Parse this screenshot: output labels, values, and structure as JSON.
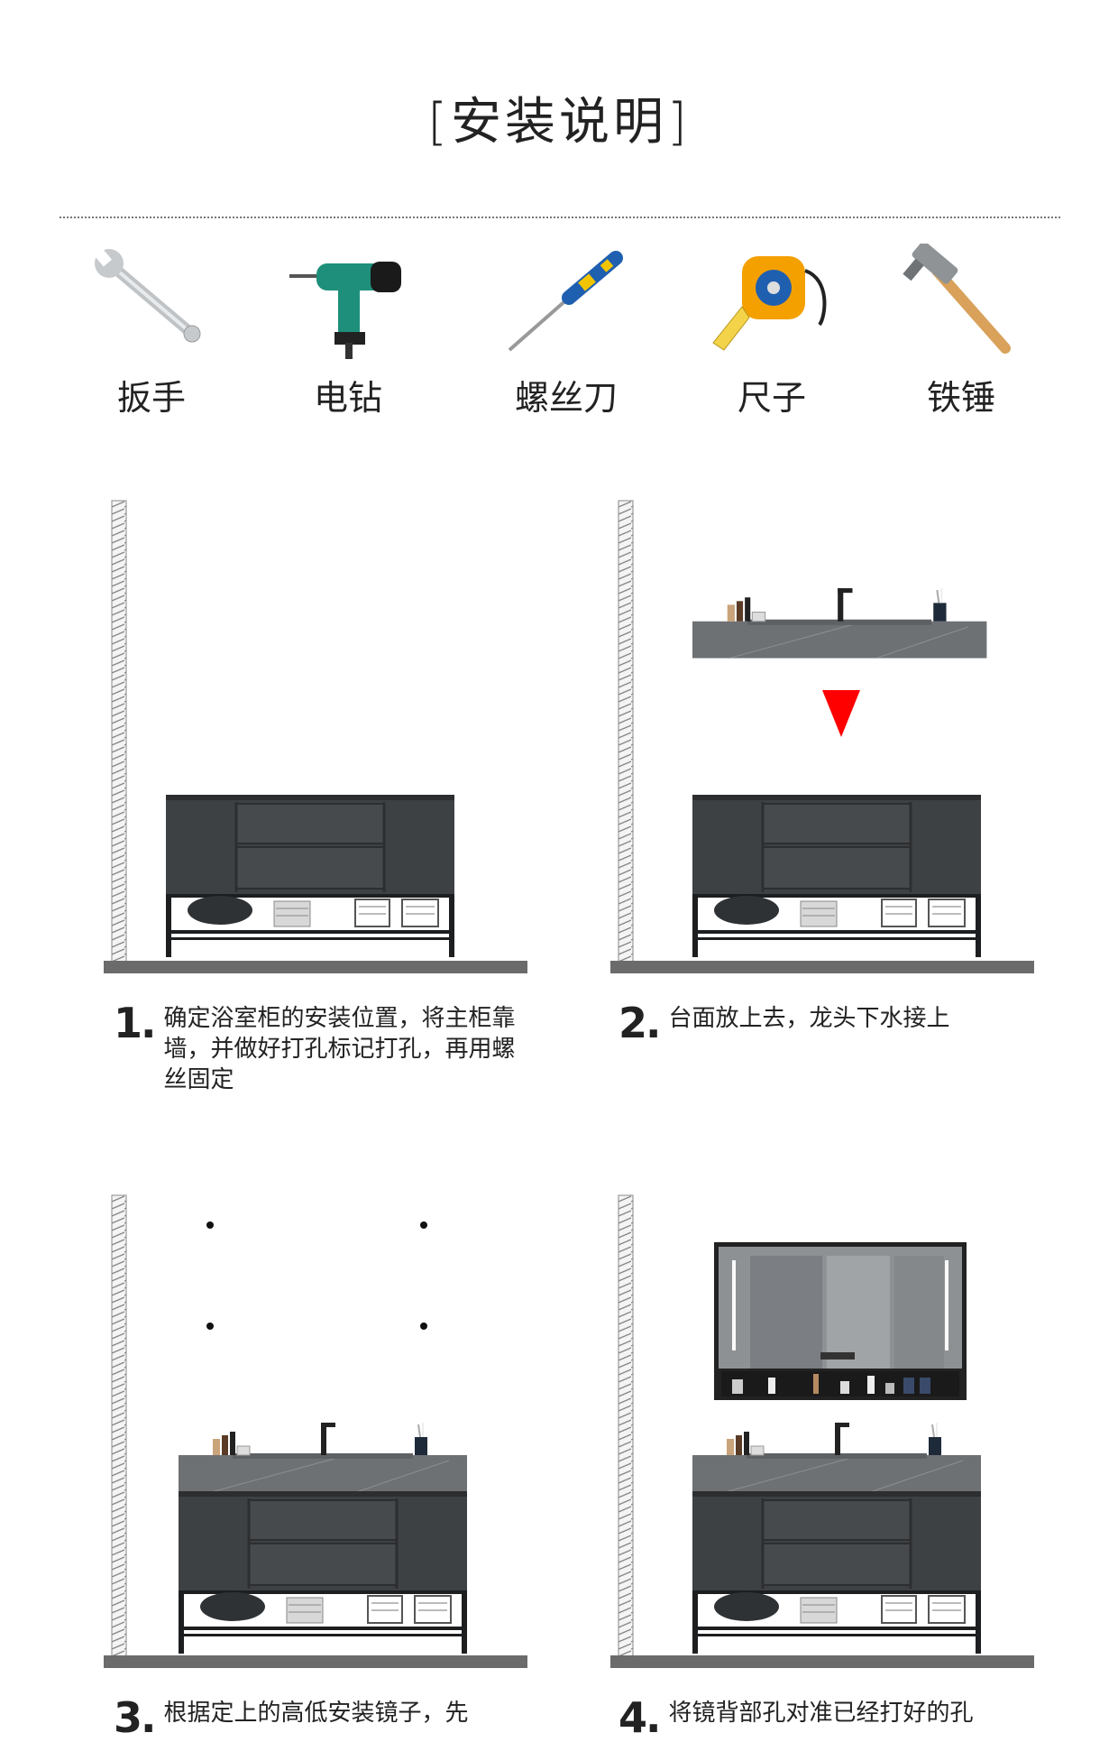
{
  "title": "[安装说明]",
  "tools": [
    {
      "label": "扳手",
      "icon": "wrench-icon"
    },
    {
      "label": "电钻",
      "icon": "drill-icon"
    },
    {
      "label": "螺丝刀",
      "icon": "screwdriver-icon"
    },
    {
      "label": "尺子",
      "icon": "tape-measure-icon"
    },
    {
      "label": "铁锤",
      "icon": "hammer-icon"
    }
  ],
  "steps": [
    {
      "num": "1.",
      "text": "确定浴室柜的安装位置，将主柜靠墙，并做好打孔标记打孔，再用螺丝固定"
    },
    {
      "num": "2.",
      "text": "台面放上去，龙头下水接上"
    },
    {
      "num": "3.",
      "text": "根据定上的高低安装镜子，先"
    },
    {
      "num": "4.",
      "text": "将镜背部孔对准已经打好的孔"
    }
  ],
  "colors": {
    "cabinet": "#3e4144",
    "cabinet_dark": "#2c2e30",
    "counter": "#6e7174",
    "floor": "#6b6b6b",
    "arrow": "#ff0000"
  }
}
